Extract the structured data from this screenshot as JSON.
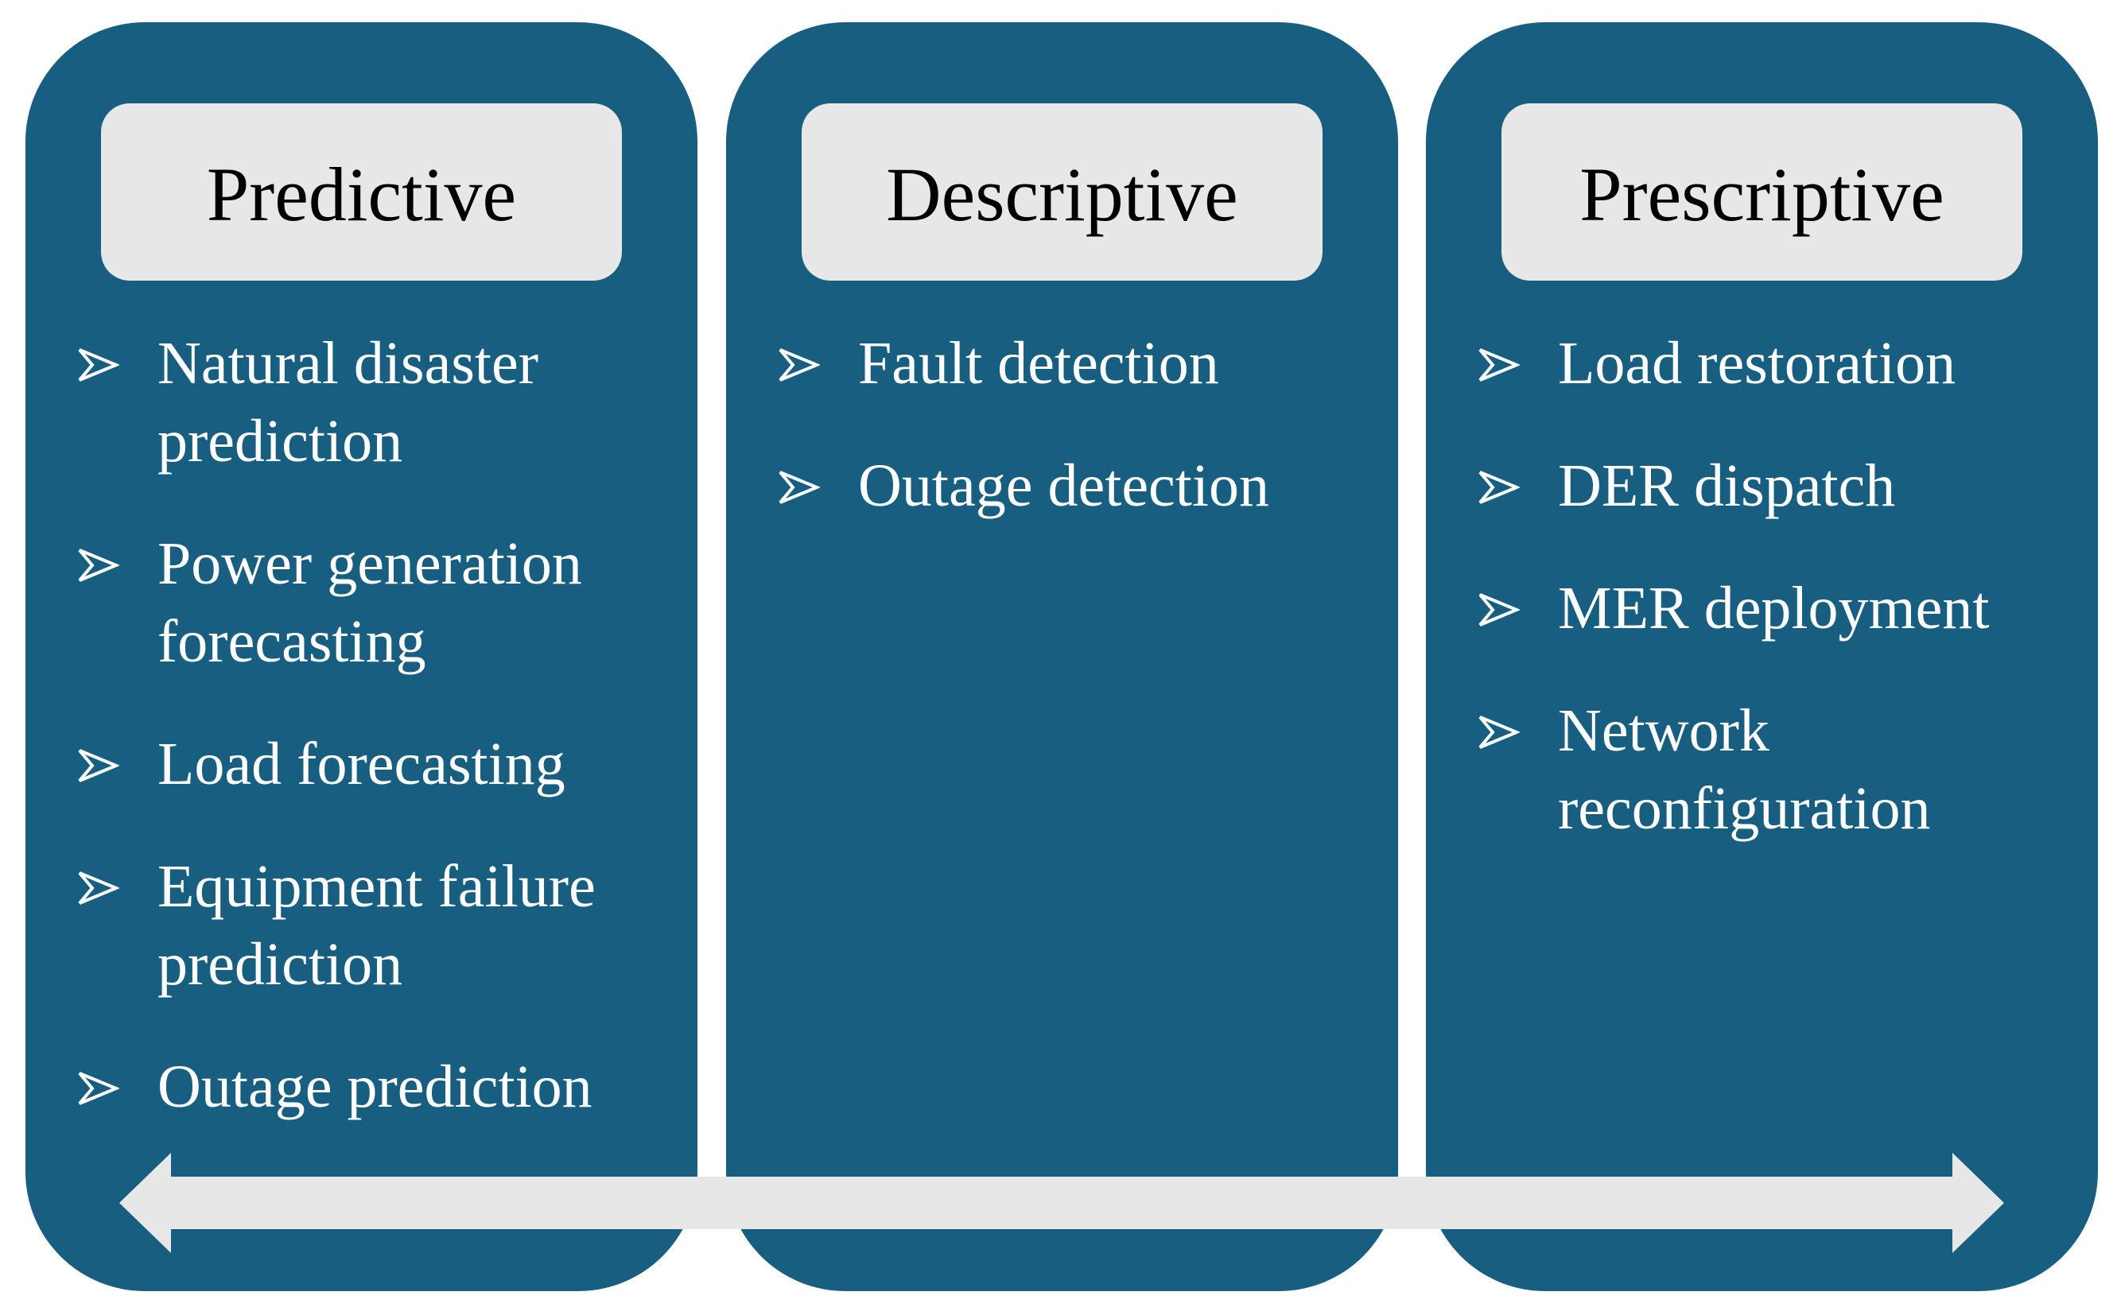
{
  "columns": [
    {
      "title": "Predictive",
      "items": [
        "Natural disaster\nprediction",
        "Power generation\nforecasting",
        "Load forecasting",
        "Equipment failure\nprediction",
        "Outage prediction"
      ]
    },
    {
      "title": "Descriptive",
      "items": [
        "Fault detection",
        "Outage detection"
      ]
    },
    {
      "title": "Prescriptive",
      "items": [
        "Load restoration",
        "DER dispatch",
        "MER deployment",
        "Network\nreconfiguration"
      ]
    }
  ],
  "colors": {
    "panel": "#175e80",
    "header_box": "#e7e7e7",
    "arrow": "#e7e7e7",
    "bullet_text": "#ffffff",
    "header_text": "#000000"
  },
  "icons": {
    "bullet": "arrowhead-bullet-icon",
    "arrow": "double-headed-arrow-icon"
  }
}
